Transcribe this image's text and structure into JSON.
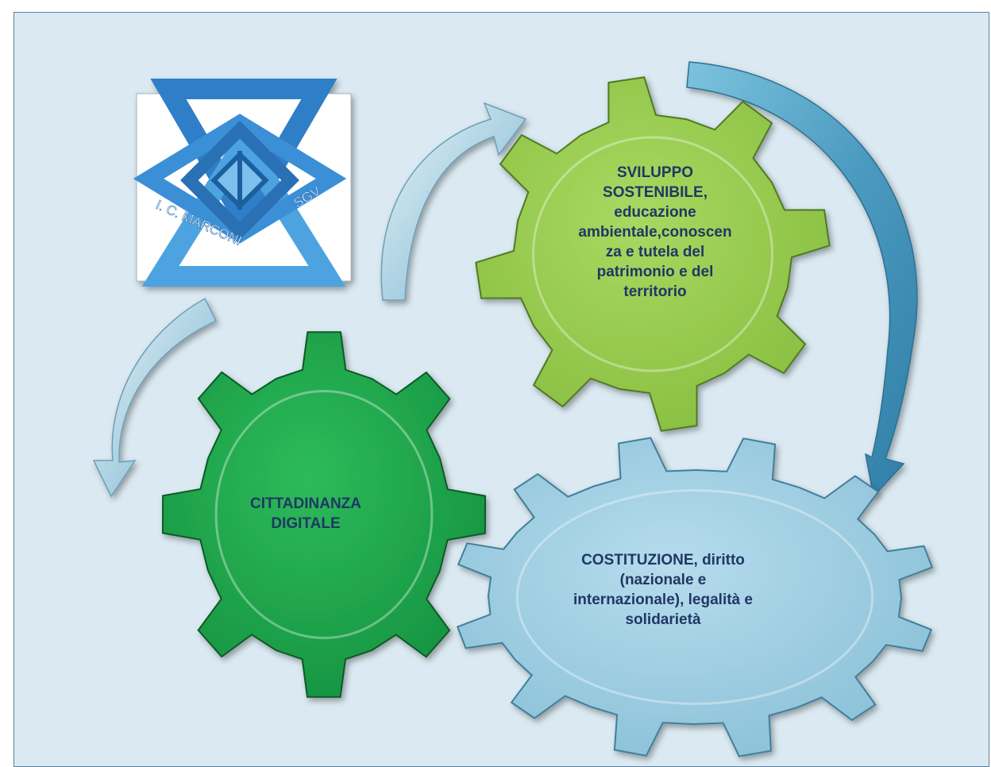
{
  "logo": {
    "text_left": "I. C. MARCONI",
    "text_right": "SGV"
  },
  "gears": {
    "sviluppo": {
      "lines": [
        "SVILUPPO",
        "SOSTENIBILE,",
        "educazione",
        "ambientale,conoscen",
        "za e tutela del",
        "patrimonio e del",
        "territorio"
      ],
      "color": "#92c84a"
    },
    "cittadinanza": {
      "lines": [
        "CITTADINANZA",
        "DIGITALE"
      ],
      "color": "#21a04a"
    },
    "costituzione": {
      "lines": [
        "COSTITUZIONE, diritto",
        "(nazionale e",
        "internazionale), legalità e",
        "solidarietà"
      ],
      "color": "#9ccbdf"
    }
  },
  "colors": {
    "background": "#dbeaf2",
    "text": "#1f3864",
    "arrow_light": "#aed3e3",
    "arrow_dark": "#4b9ac0"
  }
}
